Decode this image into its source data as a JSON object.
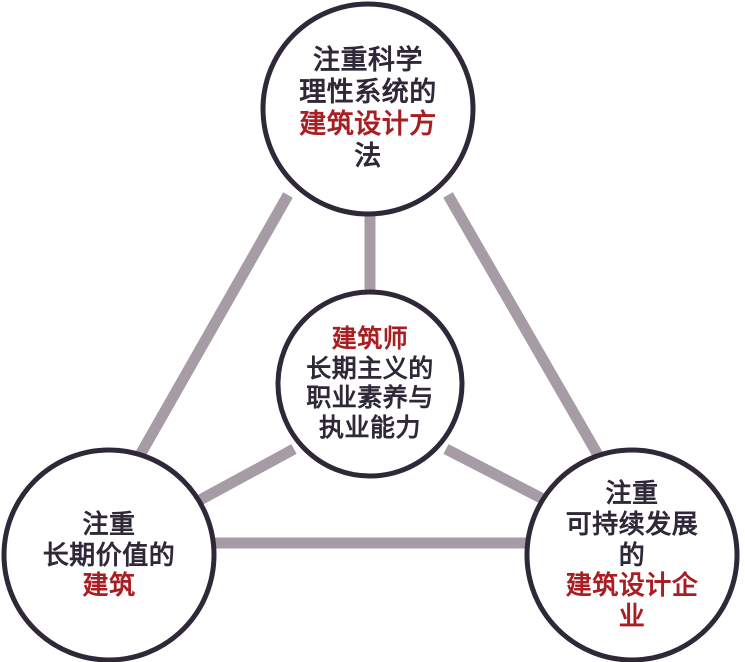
{
  "diagram": {
    "type": "hub-and-spoke-triangle",
    "palette": {
      "background": "#ffffff",
      "circle_stroke": "#2f2838",
      "connector": "#a79ca6",
      "text_dark": "#2f2838",
      "text_accent": "#a81f23"
    },
    "nodes": [
      {
        "id": "top",
        "role": "outer",
        "position": "top",
        "lines": [
          {
            "text": "注重科学",
            "color": "dark"
          },
          {
            "text": "理性系统的",
            "color": "dark"
          },
          {
            "text": "建筑设计方",
            "color": "red"
          },
          {
            "text": "法",
            "color": "dark"
          }
        ],
        "full_text": "注重科学理性系统的建筑设计方法",
        "highlight": "建筑设计"
      },
      {
        "id": "center",
        "role": "hub",
        "position": "center",
        "lines": [
          {
            "text": "建筑师",
            "color": "red"
          },
          {
            "text": "长期主义的",
            "color": "dark"
          },
          {
            "text": "职业素养与",
            "color": "dark"
          },
          {
            "text": "执业能力",
            "color": "dark"
          }
        ],
        "full_text": "建筑师长期主义的职业素养与执业能力",
        "highlight": "建筑师"
      },
      {
        "id": "bottom-left",
        "role": "outer",
        "position": "bottom-left",
        "lines": [
          {
            "text": "注重",
            "color": "dark"
          },
          {
            "text": "长期价值的",
            "color": "dark"
          },
          {
            "text": "建筑",
            "color": "red"
          }
        ],
        "full_text": "注重长期价值的建筑",
        "highlight": "建筑"
      },
      {
        "id": "bottom-right",
        "role": "outer",
        "position": "bottom-right",
        "lines": [
          {
            "text": "注重",
            "color": "dark"
          },
          {
            "text": "可持续发展",
            "color": "dark"
          },
          {
            "text": "的",
            "color": "dark"
          },
          {
            "text": "建筑设计企",
            "color": "red"
          },
          {
            "text": "业",
            "color": "red"
          }
        ],
        "full_text": "注重可持续发展的建筑设计企业",
        "highlight": "建筑设计企业"
      }
    ],
    "connectors": [
      {
        "from": "top",
        "to": "center"
      },
      {
        "from": "top",
        "to": "bottom-left"
      },
      {
        "from": "top",
        "to": "bottom-right"
      },
      {
        "from": "bottom-left",
        "to": "bottom-right"
      },
      {
        "from": "center",
        "to": "bottom-left"
      },
      {
        "from": "center",
        "to": "bottom-right"
      }
    ]
  }
}
